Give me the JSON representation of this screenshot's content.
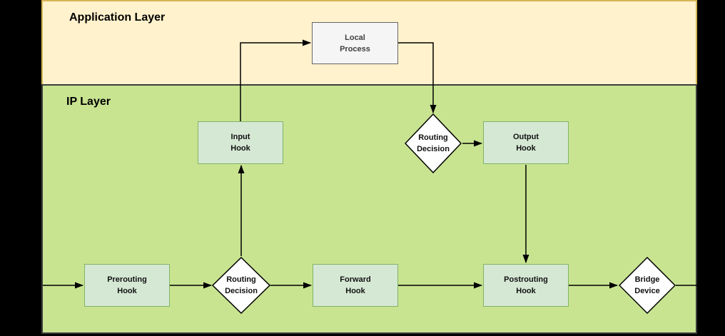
{
  "diagram": {
    "type": "flow-diagram",
    "description_visible": false
  },
  "layers": {
    "application": {
      "title": "Application Layer",
      "fill": "#FFF2CC",
      "border": "#D6B656"
    },
    "ip": {
      "title": "IP Layer",
      "fill": "#C8E491",
      "border": "#3C3C3C"
    }
  },
  "nodes": {
    "local_process": {
      "label": "Local\nProcess",
      "shape": "rectangle",
      "layer": "application",
      "fill": "#F5F5F5",
      "border": "#666666",
      "text_color": "#404040"
    },
    "input_hook": {
      "label": "Input\nHook",
      "shape": "rectangle",
      "layer": "ip",
      "fill": "#D5E8D4",
      "border": "#82B366"
    },
    "routing_decision_top": {
      "label": "Routing\nDecision",
      "shape": "diamond",
      "layer": "ip",
      "fill": "#FFFFFF",
      "border": "#000000"
    },
    "output_hook": {
      "label": "Output\nHook",
      "shape": "rectangle",
      "layer": "ip",
      "fill": "#D5E8D4",
      "border": "#82B366"
    },
    "prerouting_hook": {
      "label": "Prerouting\nHook",
      "shape": "rectangle",
      "layer": "ip",
      "fill": "#D5E8D4",
      "border": "#82B366"
    },
    "routing_decision_bottom": {
      "label": "Routing\nDecision",
      "shape": "diamond",
      "layer": "ip",
      "fill": "#FFFFFF",
      "border": "#000000"
    },
    "forward_hook": {
      "label": "Forward\nHook",
      "shape": "rectangle",
      "layer": "ip",
      "fill": "#D5E8D4",
      "border": "#82B366"
    },
    "postrouting_hook": {
      "label": "Postrouting\nHook",
      "shape": "rectangle",
      "layer": "ip",
      "fill": "#D5E8D4",
      "border": "#82B366"
    },
    "bridge_device": {
      "label": "Bridge\nDevice",
      "shape": "diamond",
      "layer": "ip",
      "fill": "#FFFFFF",
      "border": "#000000"
    }
  },
  "edges": [
    {
      "from": "external_left",
      "to": "prerouting_hook",
      "arrowhead": true
    },
    {
      "from": "prerouting_hook",
      "to": "routing_decision_bottom",
      "arrowhead": true
    },
    {
      "from": "routing_decision_bottom",
      "to": "forward_hook",
      "arrowhead": true
    },
    {
      "from": "routing_decision_bottom",
      "to": "input_hook",
      "arrowhead": true
    },
    {
      "from": "input_hook",
      "to": "local_process",
      "arrowhead": true
    },
    {
      "from": "local_process",
      "to": "routing_decision_top",
      "arrowhead": true
    },
    {
      "from": "routing_decision_top",
      "to": "output_hook",
      "arrowhead": true
    },
    {
      "from": "output_hook",
      "to": "postrouting_hook",
      "arrowhead": true
    },
    {
      "from": "forward_hook",
      "to": "postrouting_hook",
      "arrowhead": true
    },
    {
      "from": "postrouting_hook",
      "to": "bridge_device",
      "arrowhead": true
    },
    {
      "from": "bridge_device",
      "to": "external_right",
      "arrowhead": false
    }
  ],
  "colors": {
    "frame_background": "#000000",
    "edge_stroke": "#000000"
  }
}
